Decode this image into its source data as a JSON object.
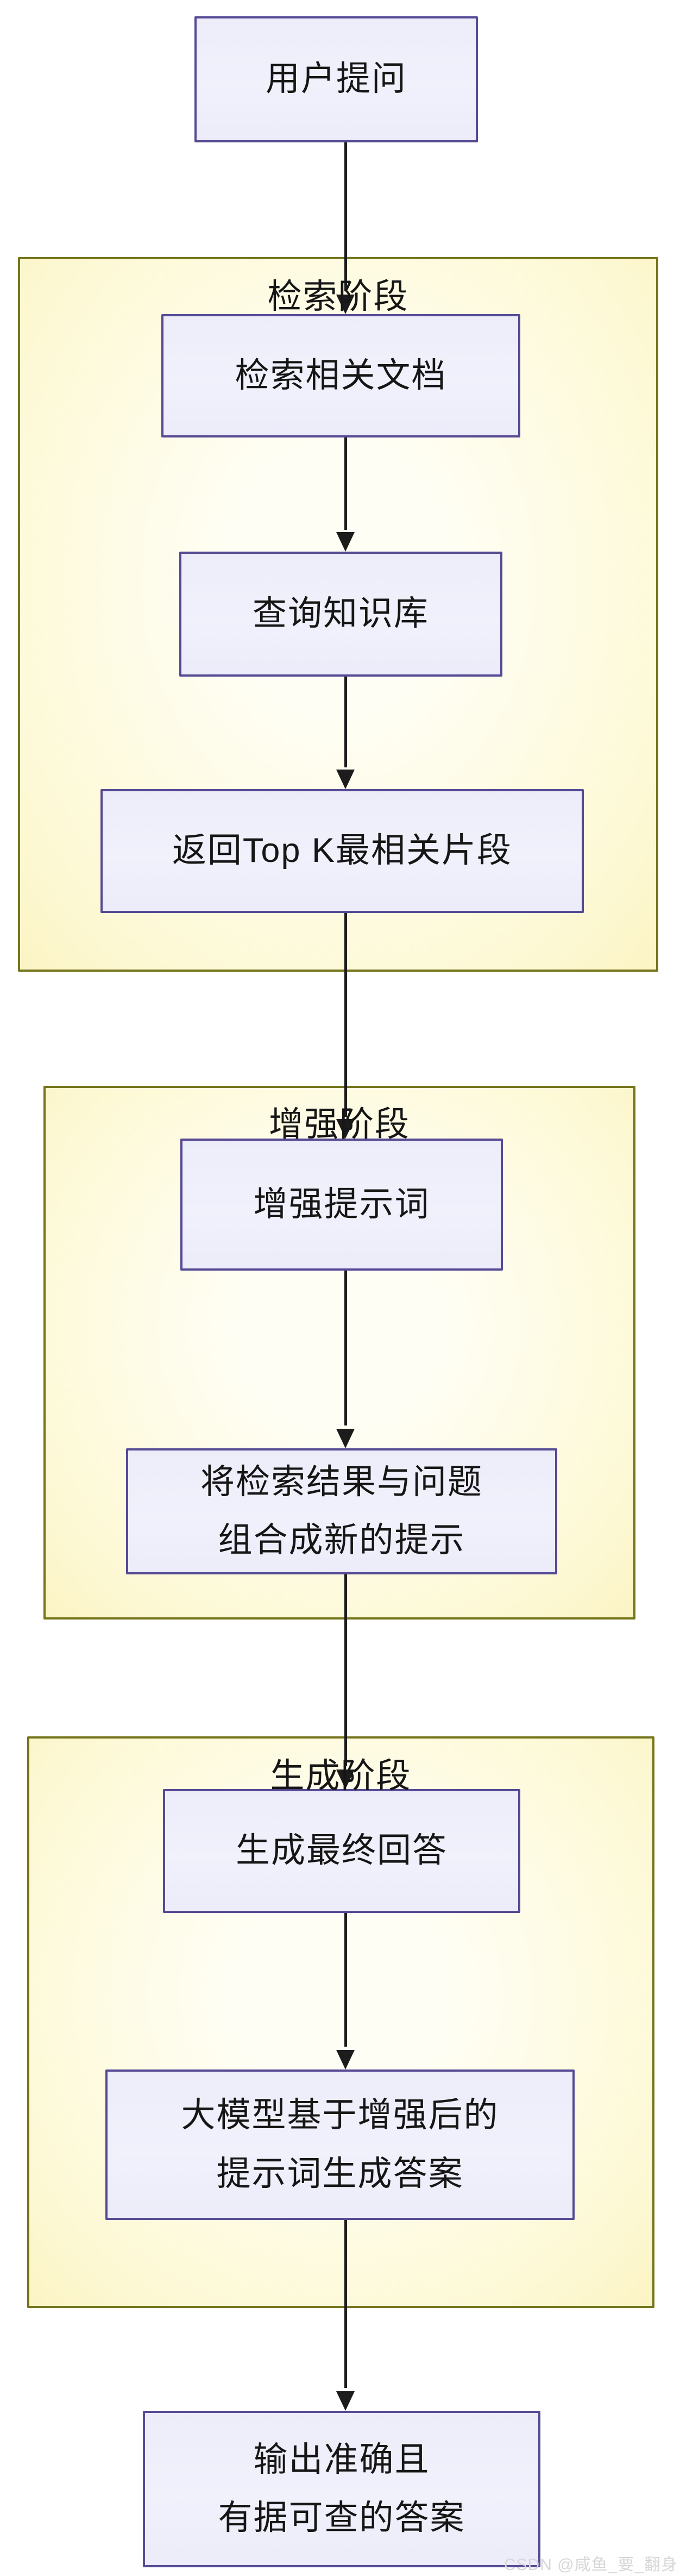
{
  "diagram": {
    "start_node": "用户提问",
    "stages": [
      {
        "title": "检索阶段",
        "nodes": [
          "检索相关文档",
          "查询知识库",
          "返回Top K最相关片段"
        ]
      },
      {
        "title": "增强阶段",
        "nodes": [
          "增强提示词",
          "将检索结果与问题\n组合成新的提示"
        ]
      },
      {
        "title": "生成阶段",
        "nodes": [
          "生成最终回答",
          "大模型基于增强后的\n提示词生成答案"
        ]
      }
    ],
    "end_node": "输出准确且\n有据可查的答案"
  },
  "watermark": "CSDN @咸鱼_要_翻身",
  "colors": {
    "background": "#ffffff",
    "node_fill": "#eeeefb",
    "node_border": "#564a94",
    "stage_fill": "#fdf9d6",
    "stage_border": "#75751c",
    "arrow": "#1c1c1c",
    "text": "#161616",
    "watermark_text": "#d7d7d7"
  }
}
